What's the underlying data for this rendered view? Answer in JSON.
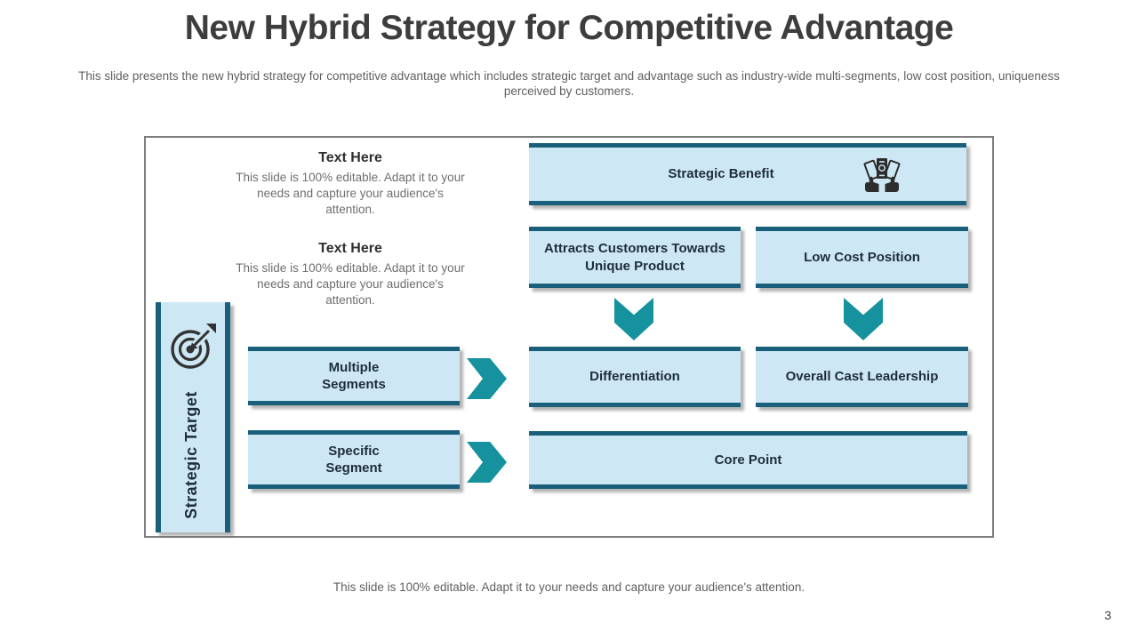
{
  "slide": {
    "title": "New Hybrid Strategy for Competitive Advantage",
    "subtitle": "This slide presents the new hybrid strategy for competitive advantage which includes strategic target and advantage such as industry-wide multi-segments, low cost position, uniqueness perceived by customers.",
    "footer": "This slide is 100% editable. Adapt it to your needs and capture your audience's attention.",
    "page_number": "3"
  },
  "diagram": {
    "side_label": {
      "text": "Strategic Target",
      "icon": "target-dart-icon"
    },
    "text_blocks": [
      {
        "title": "Text Here",
        "body": "This slide is 100% editable. Adapt it to your needs and capture your audience's attention."
      },
      {
        "title": "Text Here",
        "body": "This slide is 100% editable. Adapt it to your needs and capture your audience's attention."
      }
    ],
    "boxes": {
      "strategic_benefit": {
        "label": "Strategic Benefit",
        "icon": "money-thumbs-up-icon"
      },
      "attracts_customers": "Attracts Customers Towards\nUnique Product",
      "low_cost_position": "Low Cost Position",
      "multiple_segments": "Multiple\nSegments",
      "specific_segment": "Specific\nSegment",
      "differentiation": "Differentiation",
      "overall_cast_leadership": "Overall Cast Leadership",
      "core_point": "Core Point"
    },
    "colors": {
      "box_fill": "#cde8f4",
      "box_border": "#1a607c",
      "arrow_teal": "#16929e",
      "label_text": "#1e2c3c",
      "title_text": "#3d3d3d",
      "muted_text": "#5f5f5f"
    }
  }
}
